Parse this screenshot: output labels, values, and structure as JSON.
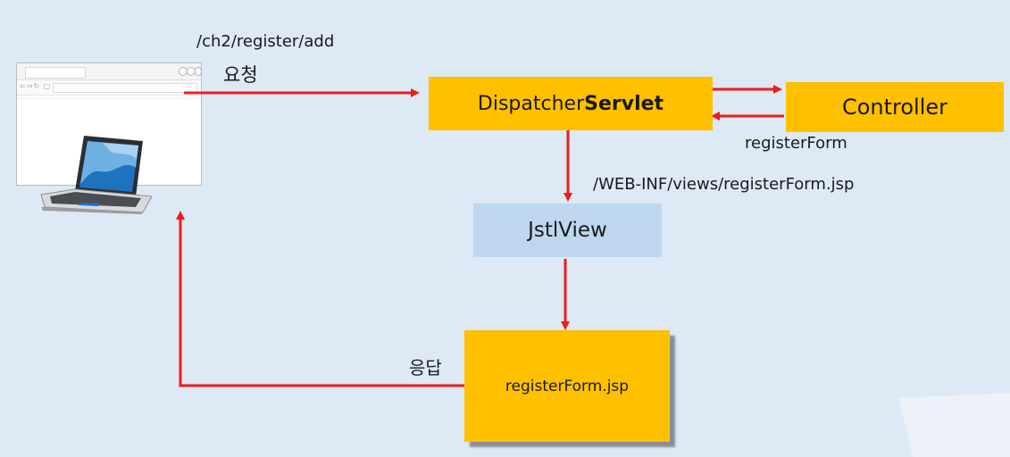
{
  "nodes": {
    "dispatcher": {
      "prefix": "Dispatcher",
      "bold": "Servlet"
    },
    "controller": {
      "label": "Controller"
    },
    "jstlview": {
      "label": "JstlView"
    },
    "registerform_jsp": {
      "label": "registerForm.jsp"
    }
  },
  "edges": {
    "request_path": "/ch2/register/add",
    "request": "요청",
    "controller_return": "registerForm",
    "view_path": "/WEB-INF/views/registerForm.jsp",
    "response": "응답"
  },
  "colors": {
    "background": "#dde9f5",
    "box_orange": "#ffc000",
    "box_lightblue": "#bdd7ee",
    "arrow_red": "#ee1c1c"
  },
  "icons": {
    "browser": "browser-window-icon",
    "laptop": "laptop-icon"
  }
}
